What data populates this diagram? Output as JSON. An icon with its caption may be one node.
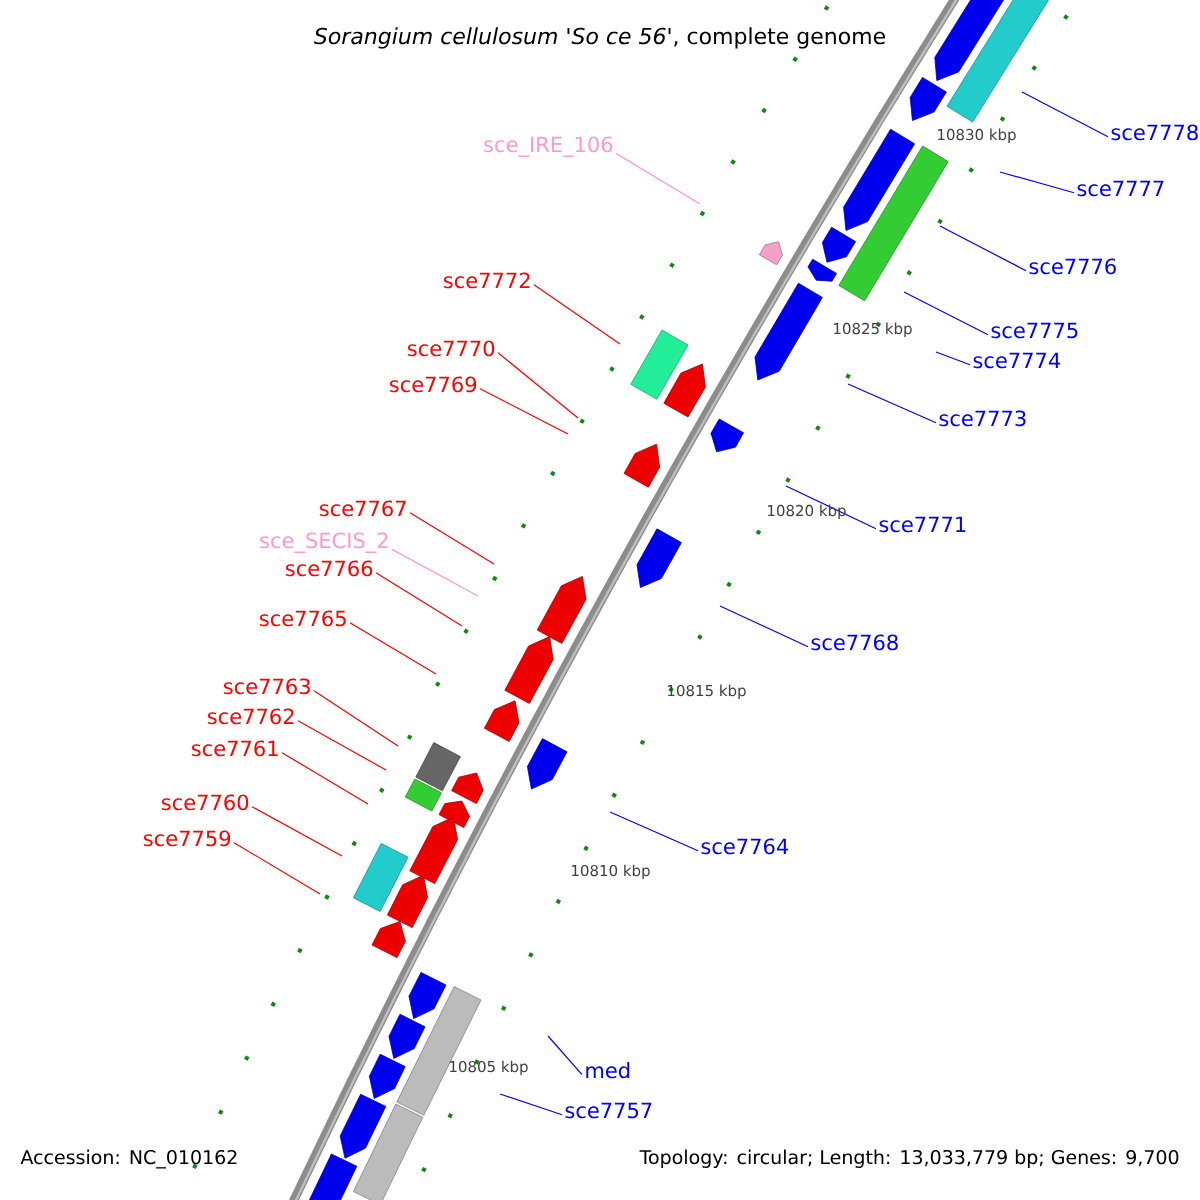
{
  "diagram": {
    "title": "*Sorangium cellulosum 'So ce 56'*, complete genome",
    "nodes": [
      {
        "text": [
          "sce7778"
        ]
      },
      {
        "text": [
          "sce_IRE_106"
        ]
      },
      {
        "text": [
          "sce7777"
        ]
      },
      {
        "text": [
          "sce7776"
        ]
      },
      {
        "text": [
          "sce7772"
        ]
      },
      {
        "text": [
          "sce7775"
        ]
      },
      {
        "text": [
          "sce7770"
        ]
      },
      {
        "text": [
          "sce7774"
        ]
      },
      {
        "text": [
          "sce7769"
        ]
      },
      {
        "text": [
          "sce7773"
        ]
      },
      {
        "text": [
          "sce7767"
        ]
      },
      {
        "text": [
          "sce7771"
        ]
      },
      {
        "text": [
          "sce_SECIS_2"
        ]
      },
      {
        "text": [
          "sce7766"
        ]
      },
      {
        "text": [
          "sce7765"
        ]
      },
      {
        "text": [
          "sce7768"
        ]
      },
      {
        "text": [
          "sce7763"
        ]
      },
      {
        "text": [
          "sce7762"
        ]
      },
      {
        "text": [
          "sce7761"
        ]
      },
      {
        "text": [
          "sce7760"
        ]
      },
      {
        "text": [
          "sce7759"
        ]
      },
      {
        "text": [
          "sce7764"
        ]
      },
      {
        "text": [
          "med"
        ]
      },
      {
        "text": [
          "sce7757"
        ]
      }
    ],
    "edges": [
      {
        "from": 0,
        "to": null,
        "arrow": "none",
        "color": "#0000ff"
      },
      {
        "from": 1,
        "to": null,
        "arrow": "none",
        "color": "#ff99cc"
      },
      {
        "from": 2,
        "to": null,
        "arrow": "none",
        "color": "#0000ff"
      },
      {
        "from": 3,
        "to": null,
        "arrow": "none",
        "color": "#0000ff"
      },
      {
        "from": 4,
        "to": null,
        "arrow": "none",
        "color": "#ff0000"
      },
      {
        "from": 5,
        "to": null,
        "arrow": "none",
        "color": "#0000ff"
      },
      {
        "from": 6,
        "to": null,
        "arrow": "none",
        "color": "#ff0000"
      },
      {
        "from": 7,
        "to": null,
        "arrow": "none",
        "color": "#0000ff"
      },
      {
        "from": 8,
        "to": null,
        "arrow": "none",
        "color": "#ff0000"
      },
      {
        "from": 9,
        "to": null,
        "arrow": "none",
        "color": "#0000ff"
      },
      {
        "from": 10,
        "to": null,
        "arrow": "none",
        "color": "#ff0000"
      },
      {
        "from": 11,
        "to": null,
        "arrow": "none",
        "color": "#0000ff"
      },
      {
        "from": 12,
        "to": null,
        "arrow": "none",
        "color": "#ff99cc"
      },
      {
        "from": 13,
        "to": null,
        "arrow": "none",
        "color": "#ff0000"
      },
      {
        "from": 14,
        "to": null,
        "arrow": "none",
        "color": "#ff0000"
      },
      {
        "from": 15,
        "to": null,
        "arrow": "none",
        "color": "#0000ff"
      },
      {
        "from": 16,
        "to": null,
        "arrow": "none",
        "color": "#ff0000"
      },
      {
        "from": 17,
        "to": null,
        "arrow": "none",
        "color": "#ff0000"
      },
      {
        "from": 18,
        "to": null,
        "arrow": "none",
        "color": "#ff0000"
      },
      {
        "from": 19,
        "to": null,
        "arrow": "none",
        "color": "#ff0000"
      },
      {
        "from": 20,
        "to": null,
        "arrow": "none",
        "color": "#ff0000"
      },
      {
        "from": 21,
        "to": null,
        "arrow": "none",
        "color": "#0000ff"
      },
      {
        "from": 22,
        "to": null,
        "arrow": "none",
        "color": "#0000ff"
      },
      {
        "from": 23,
        "to": null,
        "arrow": "none",
        "color": "#0000ff"
      }
    ],
    "labels": [
      "10830 kbp",
      "10825 kbp",
      "10820 kbp",
      "10815 kbp",
      "10810 kbp",
      "10805 kbp",
      "Accession: NC_010162",
      "Topology: circular; Length: 13,033,779 bp; Genes: 9,700"
    ]
  }
}
